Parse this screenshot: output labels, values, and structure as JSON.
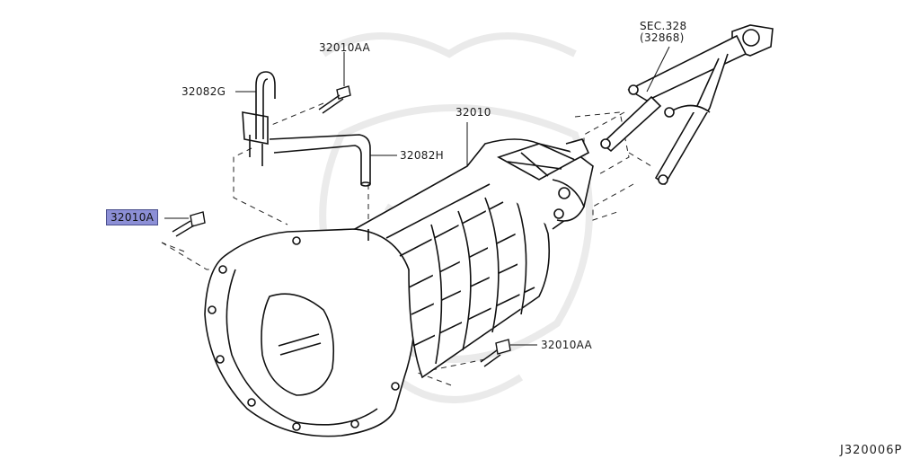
{
  "labels": {
    "sec_ref_1": "SEC.328",
    "sec_ref_2": "(32868)",
    "bolt_top": "32010AA",
    "bracket": "32082G",
    "transmission": "32010",
    "hose": "32082H",
    "bolt_left_selected": "32010A",
    "bolt_bottom": "32010AA"
  },
  "diagram_code": "J320006P",
  "highlight_color": "#8c8fd6"
}
